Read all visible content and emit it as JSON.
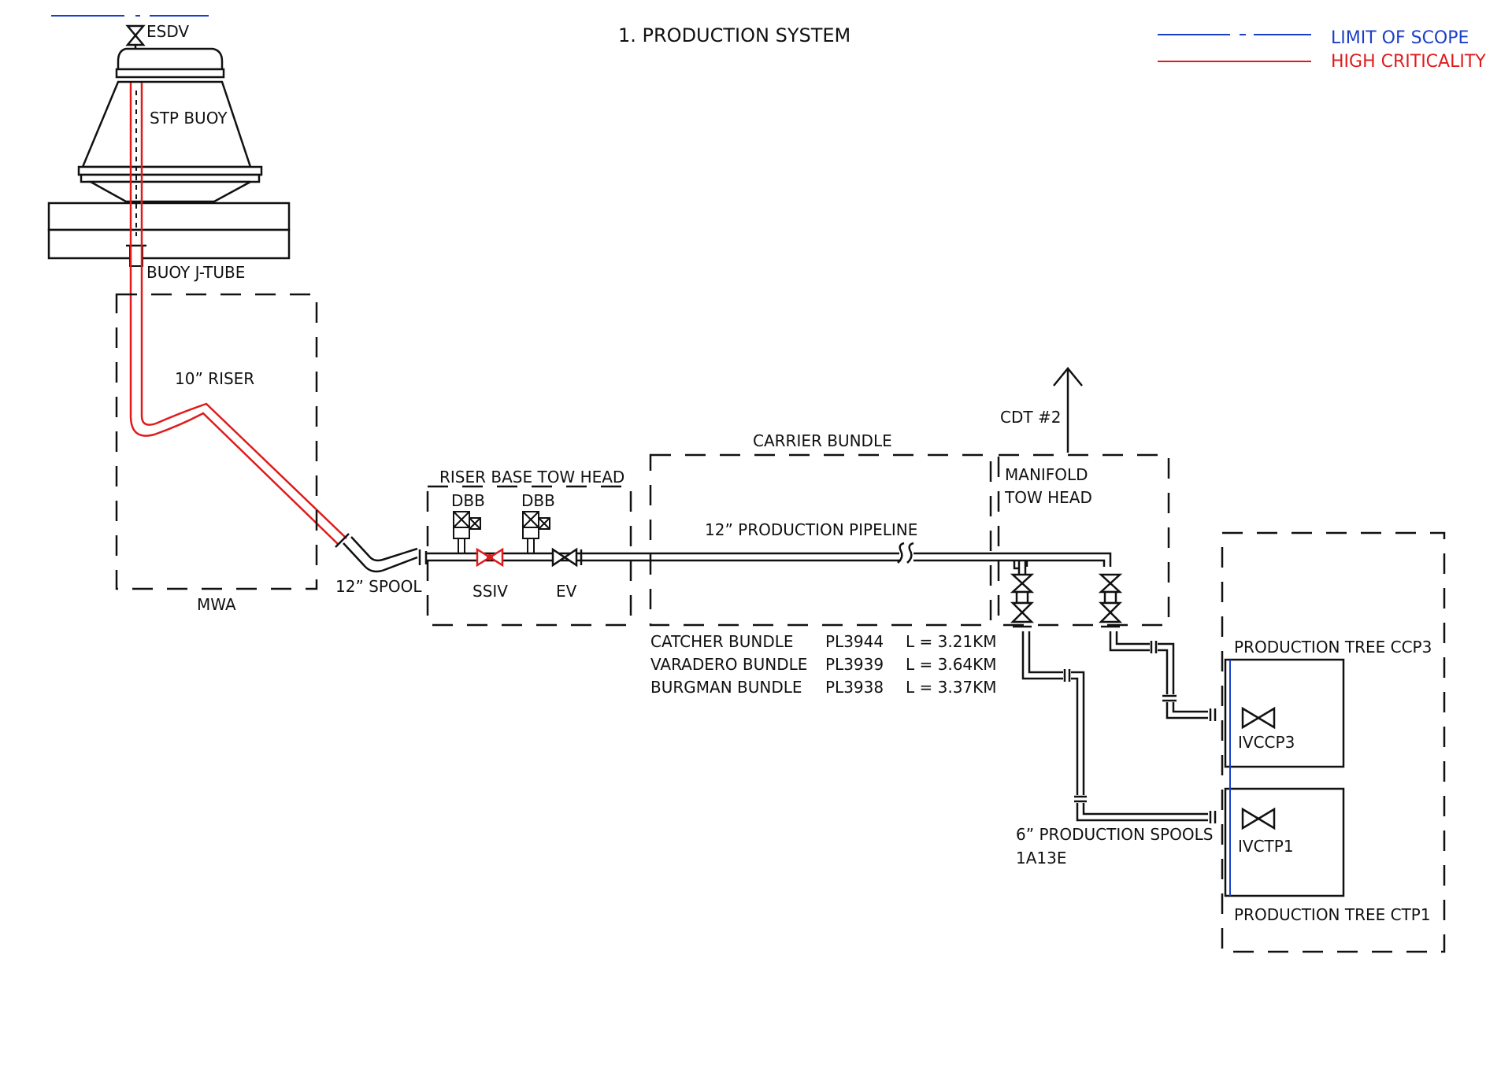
{
  "title": "1. PRODUCTION SYSTEM",
  "legend": {
    "limit_of_scope": "LIMIT OF SCOPE",
    "high_criticality": "HIGH CRITICALITY",
    "limit_color": "#1a3fc7",
    "high_color": "#e01b1b"
  },
  "labels": {
    "esdv": "ESDV",
    "stp_buoy": "STP BUOY",
    "buoy_jtube": "BUOY J-TUBE",
    "riser": "10” RISER",
    "mwa": "MWA",
    "spool_12": "12” SPOOL",
    "riser_base_tow_head": "RISER BASE TOW HEAD",
    "dbb1": "DBB",
    "dbb2": "DBB",
    "ssiv": "SSIV",
    "ev": "EV",
    "carrier_bundle": "CARRIER BUNDLE",
    "pipeline_12": "12” PRODUCTION PIPELINE",
    "cdt": "CDT #2",
    "manifold_line1": "MANIFOLD",
    "manifold_line2": "TOW HEAD",
    "tree_ccp3": "PRODUCTION TREE CCP3",
    "ivccp3": "IVCCP3",
    "ivctp1": "IVCTP1",
    "tree_ctp1": "PRODUCTION TREE CTP1",
    "spools_line1": "6” PRODUCTION SPOOLS",
    "spools_line2": "1A13E"
  },
  "bundles": [
    {
      "name": "CATCHER BUNDLE",
      "pl": "PL3944",
      "length": "L = 3.21KM"
    },
    {
      "name": "VARADERO BUNDLE",
      "pl": "PL3939",
      "length": "L = 3.64KM"
    },
    {
      "name": "BURGMAN BUNDLE",
      "pl": "PL3938",
      "length": "L = 3.37KM"
    }
  ]
}
